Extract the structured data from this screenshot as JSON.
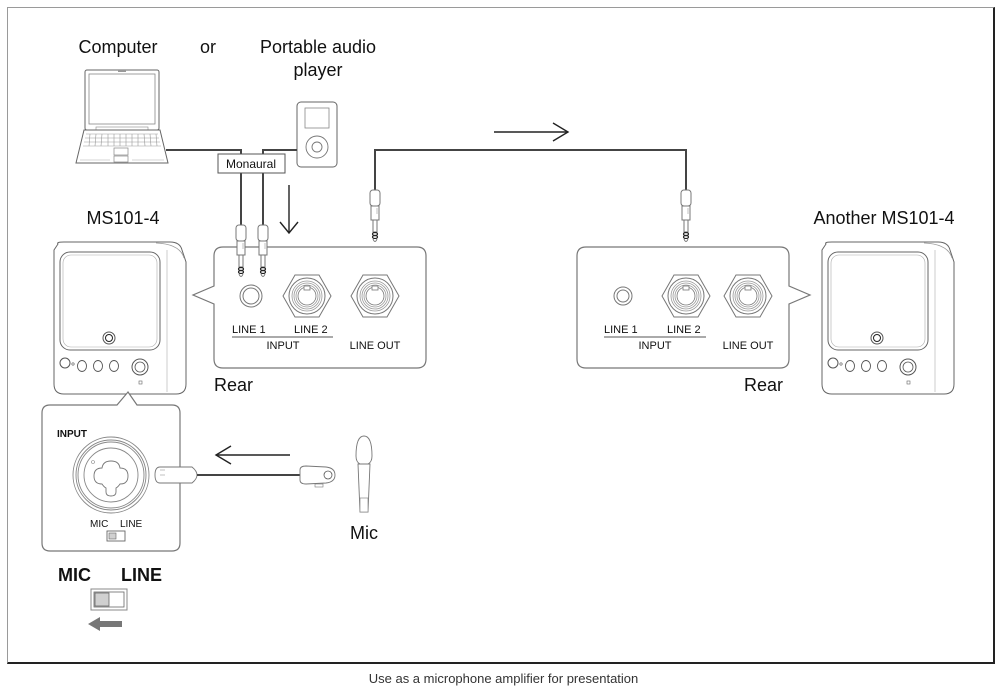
{
  "figure": {
    "caption": "Use as a microphone amplifier for presentation",
    "labels": {
      "computer": "Computer",
      "or": "or",
      "portable_player_line1": "Portable audio",
      "portable_player_line2": "player",
      "monaural": "Monaural",
      "speaker_left": "MS101-4",
      "speaker_right": "Another MS101-4",
      "rear_left": "Rear",
      "rear_right": "Rear",
      "mic": "Mic"
    },
    "rear_panel": {
      "line1": "LINE 1",
      "line2": "LINE 2",
      "input": "INPUT",
      "line_out": "LINE OUT"
    },
    "front_panel": {
      "input": "INPUT",
      "mic_small": "MIC",
      "line_small": "LINE",
      "mic_large": "MIC",
      "line_large": "LINE",
      "switch_position": "MIC"
    },
    "colors": {
      "line": "#555555",
      "cable": "#444444",
      "arrow": "#222222",
      "switch_fill": "#d0d0d0",
      "gray_arrow": "#777777"
    }
  }
}
